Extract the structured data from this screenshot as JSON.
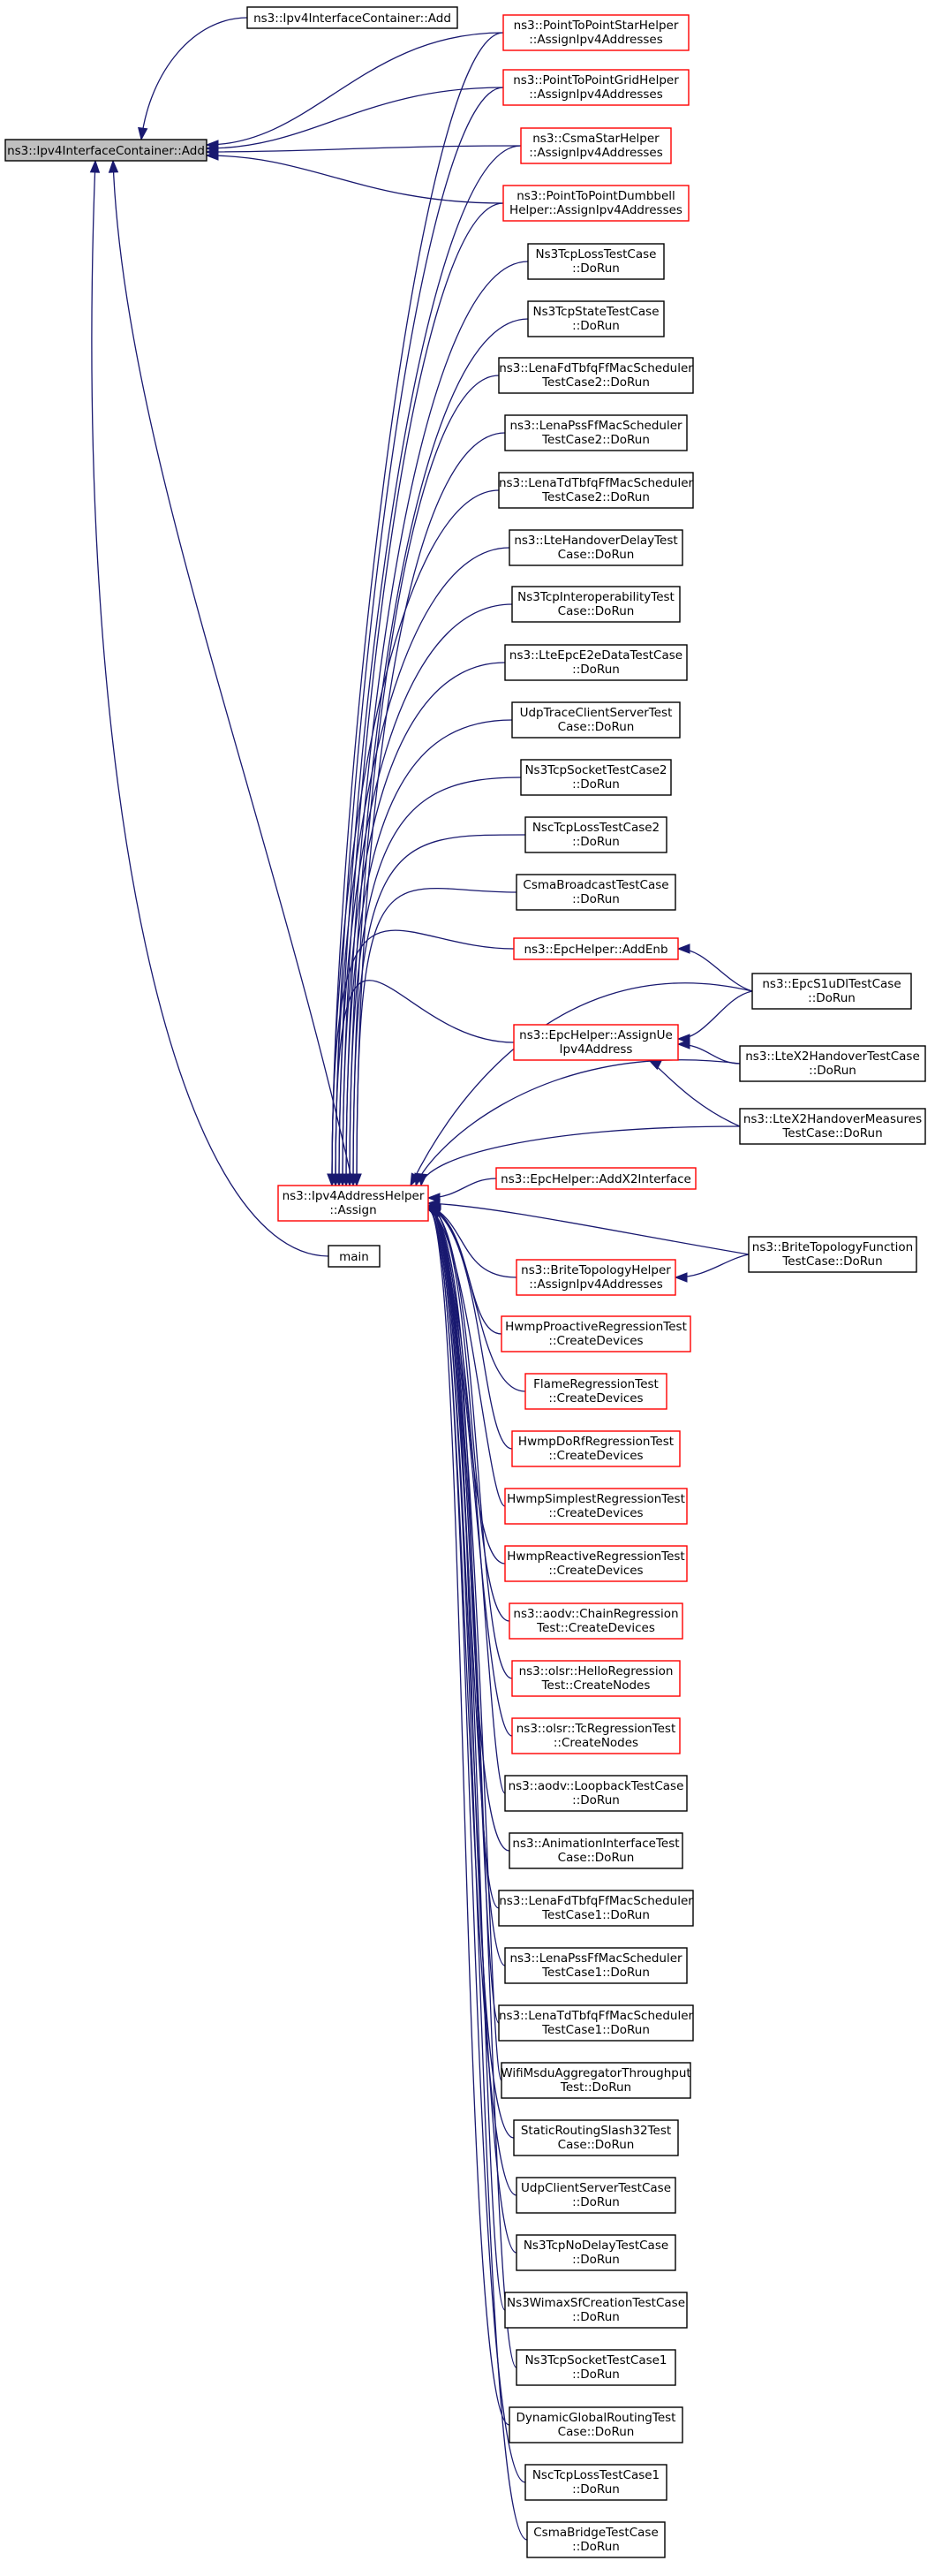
{
  "colors": {
    "edge": "#191970",
    "root_fill": "#bfbfbf",
    "default_border": "#000000",
    "truncated_border": "#ff0000",
    "background": "#ffffff"
  },
  "nodes": {
    "root": {
      "lines": [
        "ns3::Ipv4InterfaceContainer::Add"
      ]
    },
    "container_add": {
      "lines": [
        "ns3::Ipv4InterfaceContainer::Add"
      ]
    },
    "p2p_star": {
      "lines": [
        "ns3::PointToPointStarHelper",
        "::AssignIpv4Addresses"
      ]
    },
    "p2p_grid": {
      "lines": [
        "ns3::PointToPointGridHelper",
        "::AssignIpv4Addresses"
      ]
    },
    "csma_star": {
      "lines": [
        "ns3::CsmaStarHelper",
        "::AssignIpv4Addresses"
      ]
    },
    "p2p_dumbbell": {
      "lines": [
        "ns3::PointToPointDumbbell",
        "Helper::AssignIpv4Addresses"
      ]
    },
    "tcp_loss": {
      "lines": [
        "Ns3TcpLossTestCase",
        "::DoRun"
      ]
    },
    "tcp_state": {
      "lines": [
        "Ns3TcpStateTestCase",
        "::DoRun"
      ]
    },
    "lena_fd2": {
      "lines": [
        "ns3::LenaFdTbfqFfMacScheduler",
        "TestCase2::DoRun"
      ]
    },
    "lena_pss2": {
      "lines": [
        "ns3::LenaPssFfMacScheduler",
        "TestCase2::DoRun"
      ]
    },
    "lena_td2": {
      "lines": [
        "ns3::LenaTdTbfqFfMacScheduler",
        "TestCase2::DoRun"
      ]
    },
    "lte_ho_delay": {
      "lines": [
        "ns3::LteHandoverDelayTest",
        "Case::DoRun"
      ]
    },
    "tcp_interop": {
      "lines": [
        "Ns3TcpInteroperabilityTest",
        "Case::DoRun"
      ]
    },
    "lte_epc_e2e": {
      "lines": [
        "ns3::LteEpcE2eDataTestCase",
        "::DoRun"
      ]
    },
    "udp_trace": {
      "lines": [
        "UdpTraceClientServerTest",
        "Case::DoRun"
      ]
    },
    "tcp_socket2": {
      "lines": [
        "Ns3TcpSocketTestCase2",
        "::DoRun"
      ]
    },
    "nsc_loss2": {
      "lines": [
        "NscTcpLossTestCase2",
        "::DoRun"
      ]
    },
    "csma_bcast": {
      "lines": [
        "CsmaBroadcastTestCase",
        "::DoRun"
      ]
    },
    "epc_add_enb": {
      "lines": [
        "ns3::EpcHelper::AddEnb"
      ]
    },
    "epc_s1u": {
      "lines": [
        "ns3::EpcS1uDlTestCase",
        "::DoRun"
      ]
    },
    "epc_assign_ue": {
      "lines": [
        "ns3::EpcHelper::AssignUe",
        "Ipv4Address"
      ]
    },
    "lte_x2_ho": {
      "lines": [
        "ns3::LteX2HandoverTestCase",
        "::DoRun"
      ]
    },
    "lte_x2_ho_meas": {
      "lines": [
        "ns3::LteX2HandoverMeasures",
        "TestCase::DoRun"
      ]
    },
    "ipv4_assign": {
      "lines": [
        "ns3::Ipv4AddressHelper",
        "::Assign"
      ]
    },
    "epc_add_x2": {
      "lines": [
        "ns3::EpcHelper::AddX2Interface"
      ]
    },
    "main": {
      "lines": [
        "main"
      ]
    },
    "brite_helper": {
      "lines": [
        "ns3::BriteTopologyHelper",
        "::AssignIpv4Addresses"
      ]
    },
    "brite_func": {
      "lines": [
        "ns3::BriteTopologyFunction",
        "TestCase::DoRun"
      ]
    },
    "hwmp_proactive": {
      "lines": [
        "HwmpProactiveRegressionTest",
        "::CreateDevices"
      ]
    },
    "flame": {
      "lines": [
        "FlameRegressionTest",
        "::CreateDevices"
      ]
    },
    "hwmp_dorf": {
      "lines": [
        "HwmpDoRfRegressionTest",
        "::CreateDevices"
      ]
    },
    "hwmp_simplest": {
      "lines": [
        "HwmpSimplestRegressionTest",
        "::CreateDevices"
      ]
    },
    "hwmp_reactive": {
      "lines": [
        "HwmpReactiveRegressionTest",
        "::CreateDevices"
      ]
    },
    "aodv_chain": {
      "lines": [
        "ns3::aodv::ChainRegression",
        "Test::CreateDevices"
      ]
    },
    "olsr_hello": {
      "lines": [
        "ns3::olsr::HelloRegression",
        "Test::CreateNodes"
      ]
    },
    "olsr_tc": {
      "lines": [
        "ns3::olsr::TcRegressionTest",
        "::CreateNodes"
      ]
    },
    "aodv_loopback": {
      "lines": [
        "ns3::aodv::LoopbackTestCase",
        "::DoRun"
      ]
    },
    "anim_iface": {
      "lines": [
        "ns3::AnimationInterfaceTest",
        "Case::DoRun"
      ]
    },
    "lena_fd1": {
      "lines": [
        "ns3::LenaFdTbfqFfMacScheduler",
        "TestCase1::DoRun"
      ]
    },
    "lena_pss1": {
      "lines": [
        "ns3::LenaPssFfMacScheduler",
        "TestCase1::DoRun"
      ]
    },
    "lena_td1": {
      "lines": [
        "ns3::LenaTdTbfqFfMacScheduler",
        "TestCase1::DoRun"
      ]
    },
    "wifi_msdu": {
      "lines": [
        "WifiMsduAggregatorThroughput",
        "Test::DoRun"
      ]
    },
    "static_slash32": {
      "lines": [
        "StaticRoutingSlash32Test",
        "Case::DoRun"
      ]
    },
    "udp_cs": {
      "lines": [
        "UdpClientServerTestCase",
        "::DoRun"
      ]
    },
    "tcp_nodelay": {
      "lines": [
        "Ns3TcpNoDelayTestCase",
        "::DoRun"
      ]
    },
    "wimax_sf": {
      "lines": [
        "Ns3WimaxSfCreationTestCase",
        "::DoRun"
      ]
    },
    "tcp_socket1": {
      "lines": [
        "Ns3TcpSocketTestCase1",
        "::DoRun"
      ]
    },
    "dyn_global": {
      "lines": [
        "DynamicGlobalRoutingTest",
        "Case::DoRun"
      ]
    },
    "nsc_loss1": {
      "lines": [
        "NscTcpLossTestCase1",
        "::DoRun"
      ]
    },
    "csma_bridge": {
      "lines": [
        "CsmaBridgeTestCase",
        "::DoRun"
      ]
    }
  }
}
